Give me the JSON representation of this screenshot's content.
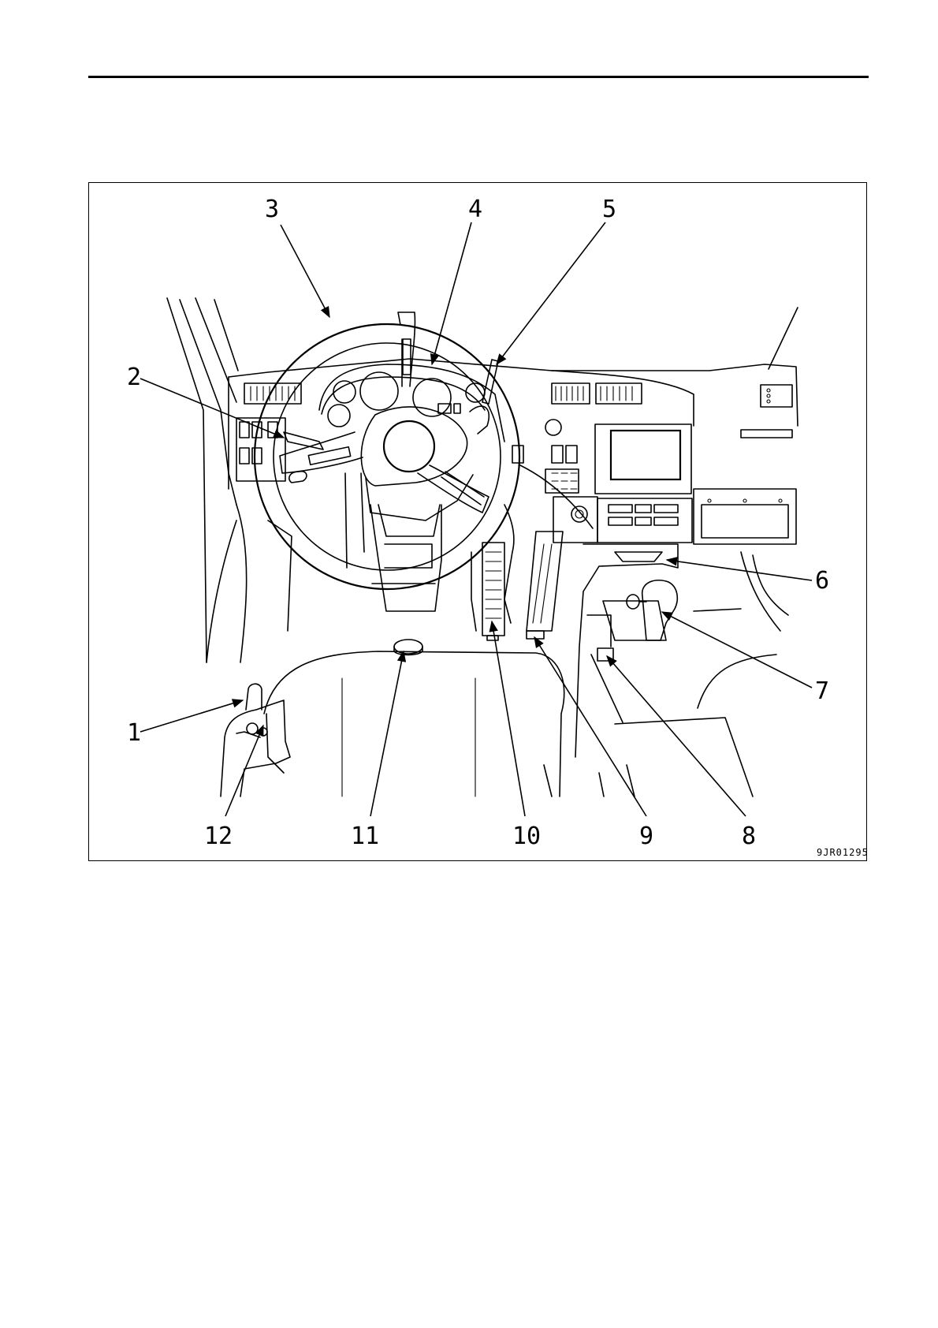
{
  "figure": {
    "code": "9JR01295",
    "callouts": [
      {
        "id": "1",
        "label": "1"
      },
      {
        "id": "2",
        "label": "2"
      },
      {
        "id": "3",
        "label": "3"
      },
      {
        "id": "4",
        "label": "4"
      },
      {
        "id": "5",
        "label": "5"
      },
      {
        "id": "6",
        "label": "6"
      },
      {
        "id": "7",
        "label": "7"
      },
      {
        "id": "8",
        "label": "8"
      },
      {
        "id": "9",
        "label": "9"
      },
      {
        "id": "10",
        "label": "10"
      },
      {
        "id": "11",
        "label": "11"
      },
      {
        "id": "12",
        "label": "12"
      }
    ]
  }
}
